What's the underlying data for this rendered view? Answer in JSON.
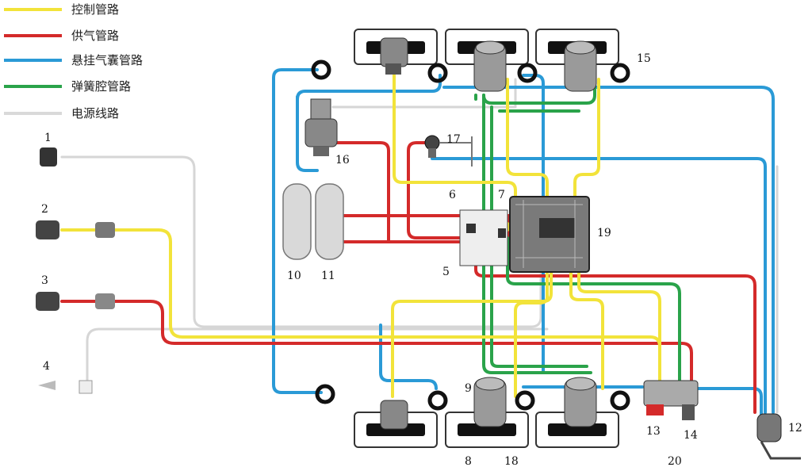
{
  "legend": [
    {
      "label": "控制管路",
      "color": "#f2e33a"
    },
    {
      "label": "供气管路",
      "color": "#d42a2a"
    },
    {
      "label": "悬挂气囊管路",
      "color": "#2a9ad6"
    },
    {
      "label": "弹簧腔管路",
      "color": "#2aa34a"
    },
    {
      "label": "电源线路",
      "color": "#d9d9d9"
    }
  ],
  "callouts": [
    "1",
    "2",
    "3",
    "4",
    "5",
    "6",
    "7",
    "8",
    "9",
    "10",
    "11",
    "12",
    "13",
    "14",
    "15",
    "16",
    "17",
    "18",
    "19",
    "20"
  ]
}
